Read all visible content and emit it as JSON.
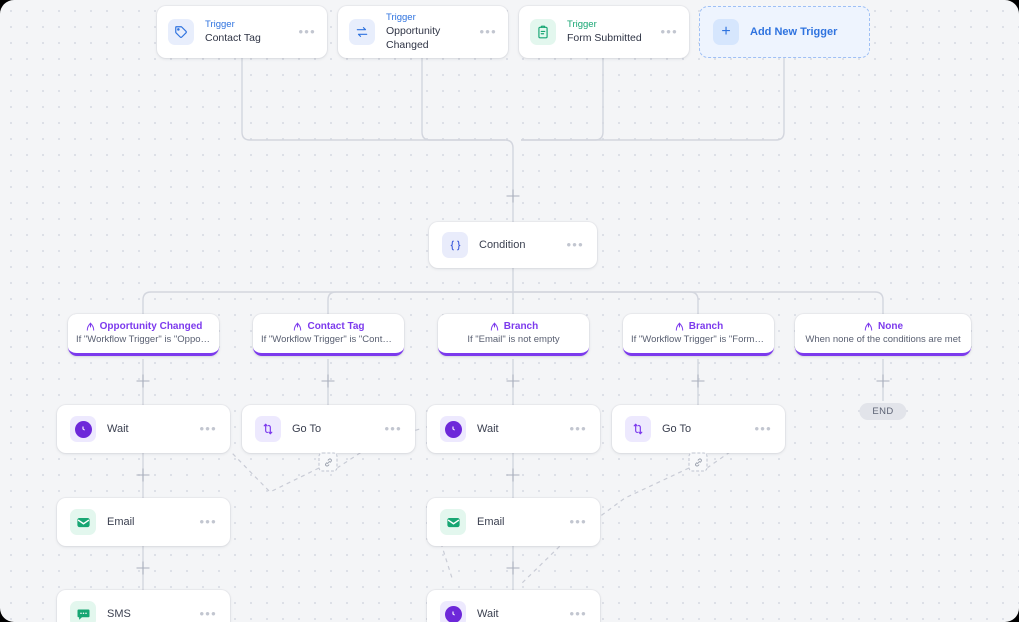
{
  "canvas": {
    "background": "#f4f5f7",
    "accent": "#7c3aed",
    "blue": "#2f73df",
    "green": "#17a673"
  },
  "triggers": [
    {
      "kicker": "Trigger",
      "title": "Contact Tag",
      "icon": "tag-icon",
      "color": "#2f73df",
      "menu": "•••"
    },
    {
      "kicker": "Trigger",
      "title": "Opportunity Changed",
      "icon": "exchange-icon",
      "color": "#2f73df",
      "menu": "•••"
    },
    {
      "kicker": "Trigger",
      "title": "Form Submitted",
      "icon": "clipboard-icon",
      "color": "#17a673",
      "menu": "•••"
    }
  ],
  "add_trigger": {
    "label": "Add New Trigger",
    "icon": "plus-icon"
  },
  "condition": {
    "label": "Condition",
    "icon": "braces-icon",
    "menu": "•••"
  },
  "branches": [
    {
      "title": "Opportunity Changed",
      "subtitle": "If \"Workflow Trigger\" is \"Opportunity…",
      "icon": "branch-icon"
    },
    {
      "title": "Contact Tag",
      "subtitle": "If \"Workflow Trigger\" is \"Contact Tag\"",
      "icon": "branch-icon"
    },
    {
      "title": "Branch",
      "subtitle": "If \"Email\" is not empty",
      "icon": "branch-icon"
    },
    {
      "title": "Branch",
      "subtitle": "If \"Workflow Trigger\" is \"Form Submit…",
      "icon": "branch-icon"
    },
    {
      "title": "None",
      "subtitle": "When none of the conditions are met",
      "icon": "branch-icon"
    }
  ],
  "actions": {
    "col1": [
      {
        "label": "Wait",
        "icon": "clock-icon",
        "menu": "•••"
      },
      {
        "label": "Email",
        "icon": "envelope-icon",
        "menu": "•••"
      },
      {
        "label": "SMS",
        "icon": "chat-icon",
        "menu": "•••"
      }
    ],
    "col2": [
      {
        "label": "Go To",
        "icon": "goto-icon",
        "menu": "•••"
      }
    ],
    "col3": [
      {
        "label": "Wait",
        "icon": "clock-icon",
        "menu": "•••"
      },
      {
        "label": "Email",
        "icon": "envelope-icon",
        "menu": "•••"
      },
      {
        "label": "Wait",
        "icon": "clock-icon",
        "menu": "•••"
      }
    ],
    "col4": [
      {
        "label": "Go To",
        "icon": "goto-icon",
        "menu": "•••"
      }
    ]
  },
  "end_node": {
    "label": "END"
  }
}
